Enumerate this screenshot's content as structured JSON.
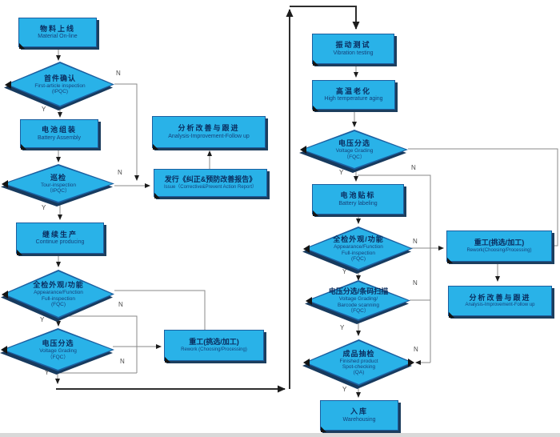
{
  "labels": {
    "yes": "Y",
    "no": "N"
  },
  "colors": {
    "shape_fill": "#29b2e8",
    "shape_border": "#1b5fa0",
    "shape_shadow": "#1c3e5e",
    "connector": "#8a8a8a",
    "connector_dark": "#2e2e2e",
    "text_zh": "#0a2c5e",
    "text_en": "#15417a",
    "branch_label": "#4a4a4a"
  },
  "nodes": {
    "material_online": {
      "zh": "物料上线",
      "en": [
        "Material On-line"
      ]
    },
    "first_article": {
      "zh": "首件确认",
      "en": [
        "First-article inspection",
        "(IPQC)"
      ]
    },
    "battery_assembly": {
      "zh": "电池组装",
      "en": [
        "Battery Assembly"
      ]
    },
    "tour_inspection": {
      "zh": "巡检",
      "en": [
        "Tour-inspection",
        "（IPQC）"
      ]
    },
    "continue_producing": {
      "zh": "继续生产",
      "en": [
        "Continue producing"
      ]
    },
    "full_inspection_left": {
      "zh": "全检外观/功能",
      "en": [
        "Appearance/Function",
        "Full-inspection",
        "(FQC)"
      ]
    },
    "voltage_grading_left": {
      "zh": "电压分选",
      "en": [
        "Voltage Grading",
        "（FQC）"
      ]
    },
    "rework_left": {
      "zh": "重工(挑选/加工)",
      "en": [
        "Rework (Choosing/Processing)"
      ]
    },
    "analysis_left": {
      "zh": "分析改善与跟进",
      "en": [
        "Analysis-Improvement-Follow up"
      ]
    },
    "issue_report": {
      "zh": "发行《纠正&预防改善报告》",
      "en": [
        "Issue（Corrective&Prevent Action Report）"
      ]
    },
    "vibration_testing": {
      "zh": "振动测试",
      "en": [
        "Vibration testing"
      ]
    },
    "high_temp_aging": {
      "zh": "高温老化",
      "en": [
        "High temperature aging"
      ]
    },
    "voltage_grading_right": {
      "zh": "电压分选",
      "en": [
        "Voltage Grading",
        "（FQC）"
      ]
    },
    "battery_labeling": {
      "zh": "电池贴标",
      "en": [
        "Battery labeling"
      ]
    },
    "full_inspection_right": {
      "zh": "全检外观/功能",
      "en": [
        "Appearance/Function",
        "Full-inspection",
        "(FQC)"
      ]
    },
    "grading_barcode": {
      "zh": "电压分选/条码扫描",
      "en": [
        "Voltage Grading/",
        "Barcode  scanning",
        "（FQC）"
      ]
    },
    "spot_checking": {
      "zh": "成品抽检",
      "en": [
        "Finished product",
        "Spot-checking",
        "(QA)"
      ]
    },
    "warehousing": {
      "zh": "入库",
      "en": [
        "Warehousing"
      ]
    },
    "rework_right": {
      "zh": "重工(挑选/加工)",
      "en": [
        "Rework(Choosing/Processing)"
      ]
    },
    "analysis_right": {
      "zh": "分析改善与跟进",
      "en": [
        "Analysis-Improvement-Follow up"
      ]
    }
  }
}
